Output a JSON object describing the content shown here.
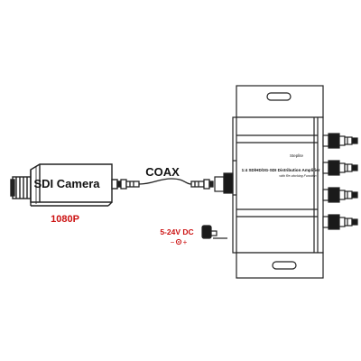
{
  "camera": {
    "label": "SDI Camera",
    "resolution": "1080P"
  },
  "cable": {
    "label": "COAX"
  },
  "power": {
    "label": "5-24V DC",
    "polarity_minus": "−",
    "polarity_plus": "+"
  },
  "amplifier": {
    "title": "1:4 SD/HD/3G-SDI Distribution Amplifier",
    "subtitle": "with Re-clocking Function",
    "panel_label": "Steplite",
    "output_count": 4
  },
  "colors": {
    "line": "#222222",
    "accent_red": "#cc1111",
    "bnc_fill": "#1a1a1a"
  }
}
